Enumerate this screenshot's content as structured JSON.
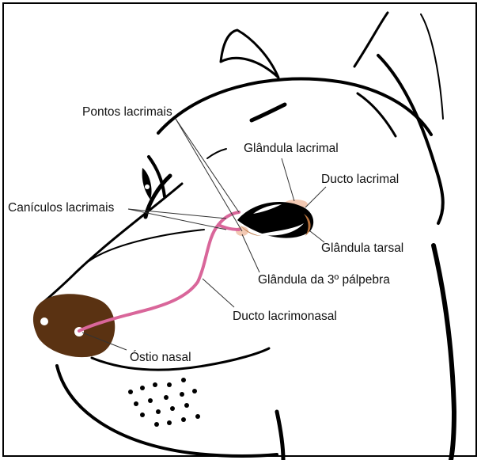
{
  "labels": {
    "pontos_lacrimais": "Pontos lacrimais",
    "glandula_lacrimal": "Glândula lacrimal",
    "ducto_lacrimal": "Ducto lacrimal",
    "caniculos_lacrimais": "Canículos lacrimais",
    "glandula_tarsal": "Glândula tarsal",
    "glandula_3a_palpebra": "Glândula da 3º pálpebra",
    "ducto_lacrimonasal": "Ducto lacrimonasal",
    "ostio_nasal": "Óstio nasal"
  },
  "colors": {
    "outline": "#000000",
    "nose": "#5a3212",
    "duct": "#d9669a",
    "gland": "#f2c9b3",
    "tarsal": "#b8733e"
  }
}
